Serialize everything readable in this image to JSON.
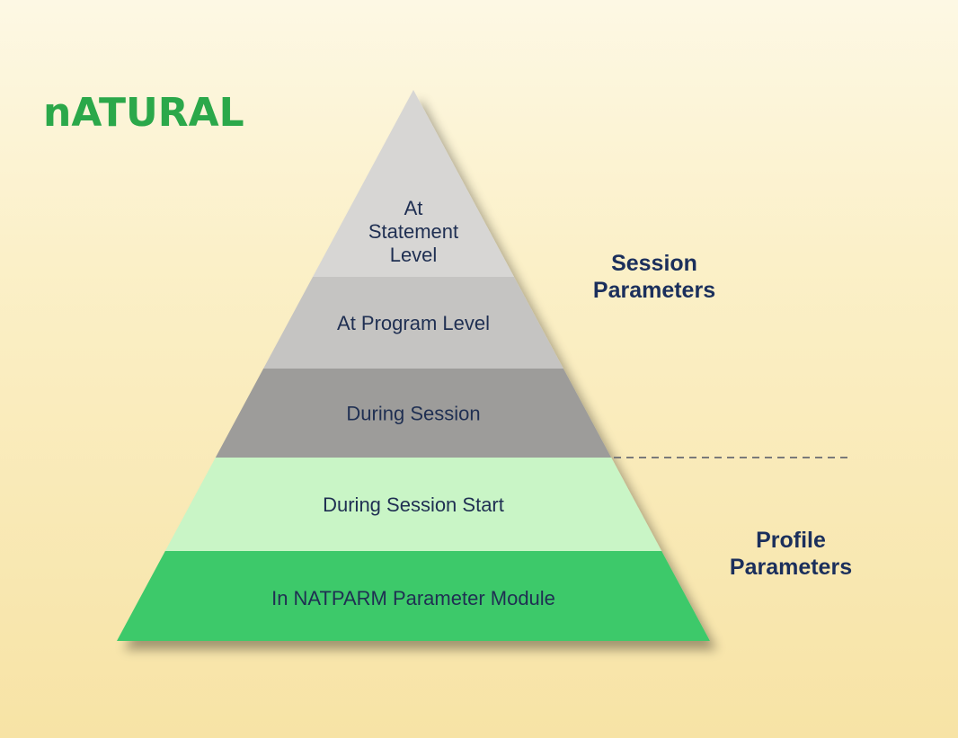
{
  "logo": {
    "text": "nATURAL",
    "color": "#2ba84a"
  },
  "pyramid": {
    "levels": [
      {
        "lines": [
          "At",
          "Statement",
          "Level"
        ],
        "color": "#d7d6d4"
      },
      {
        "lines": [
          "At Program Level"
        ],
        "color": "#c5c4c2"
      },
      {
        "lines": [
          "During Session"
        ],
        "color": "#9d9c9a"
      },
      {
        "lines": [
          "During Session Start"
        ],
        "color": "#c9f5c6"
      },
      {
        "lines": [
          "In NATPARM Parameter Module"
        ],
        "color": "#3ec96a"
      }
    ]
  },
  "groups": {
    "session": {
      "line1": "Session",
      "line2": "Parameters"
    },
    "profile": {
      "line1": "Profile",
      "line2": "Parameters"
    }
  },
  "colors": {
    "text": "#1b2f5c",
    "background": "#fbf0c8"
  }
}
